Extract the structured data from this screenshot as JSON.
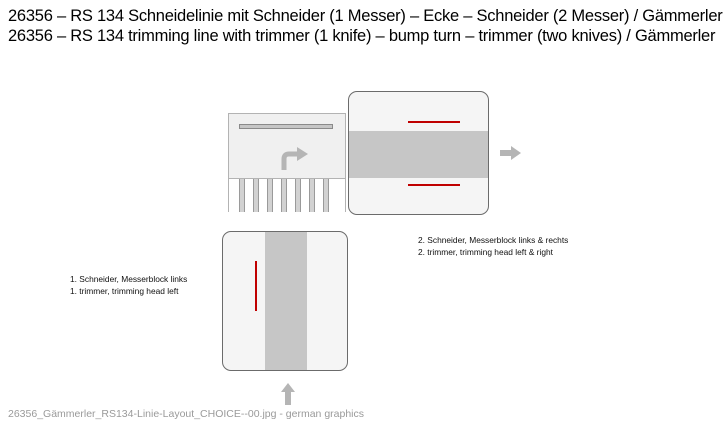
{
  "header": {
    "title_de": "26356 – RS 134 Schneidelinie mit Schneider (1 Messer) – Ecke – Schneider (2 Messer) / Gämmerler",
    "title_en": "26356 – RS 134 trimming line with trimmer (1 knife) – bump turn – trimmer (two knives) / Gämmerler"
  },
  "labels": {
    "trimmer_2_de": "2. Schneider, Messerblock  links & rechts",
    "trimmer_2_en": "2. trimmer, trimming head left & right",
    "trimmer_1_de": "1. Schneider, Messerblock links",
    "trimmer_1_en": "1. trimmer, trimming head left"
  },
  "footer": {
    "caption": "26356_Gämmerler_RS134-Linie-Layout_CHOICE--00.jpg - german graphics"
  },
  "colors": {
    "knife": "#c00000",
    "product_band": "#c6c6c6",
    "module_border": "#6b6b6b",
    "arrow": "#b5b5b5"
  },
  "icons": {
    "flow_right": "arrow-right-icon",
    "flow_up": "arrow-up-icon",
    "turn": "turn-right-arrow-icon"
  }
}
